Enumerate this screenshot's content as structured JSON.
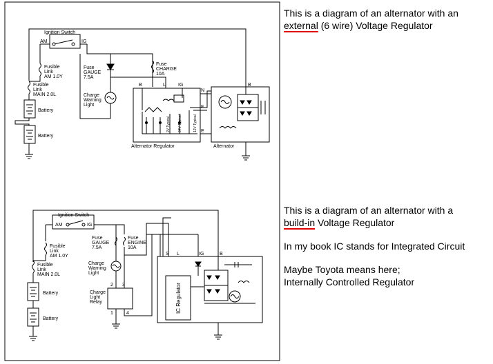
{
  "captions": {
    "top": {
      "pre": "This is a diagram of an alternator with an",
      "em": "external",
      "post": " (6 wire) Voltage Regulator"
    },
    "bottom": {
      "line1": "This is a diagram of an alternator with a",
      "em": "build-in",
      "post": " Voltage Regulator",
      "note1": "In my book IC stands for Integrated Circuit",
      "note2a": "Maybe Toyota means here;",
      "note2b": "Internally Controlled Regulator"
    }
  },
  "diagram_top": {
    "ignition_switch": "Ignition Switch",
    "am": "AM",
    "ig": "IG",
    "fusible_link_1": [
      "Fusible",
      "Link",
      "AM 1.0Y"
    ],
    "fusible_link_2": [
      "Fusible",
      "Link",
      "MAIN 2.0L"
    ],
    "battery": "Battery",
    "fuse_gauge": [
      "Fuse",
      "GAUGE",
      "7.5A"
    ],
    "charge_warning": [
      "Charge",
      "Warning",
      "Light"
    ],
    "fuse_charge": [
      "Fuse",
      "CHARGE",
      "10A"
    ],
    "terminals": {
      "b": "B",
      "l": "L",
      "ig": "IG",
      "n": "N",
      "f": "F",
      "e": "E",
      "b2": "B"
    },
    "voltages": [
      "2V Typical",
      "24V Typical",
      "12V Typical"
    ],
    "regulator_label": "Alternator Regulator",
    "alternator_label": "Alternator"
  },
  "diagram_bottom": {
    "ignition_switch": "Ignition Switch",
    "am": "AM",
    "ig": "IG",
    "fusible_link_1": [
      "Fusible",
      "Link",
      "AM 1.0Y"
    ],
    "fusible_link_2": [
      "Fusible",
      "Link",
      "MAIN 2.0L"
    ],
    "battery": "Battery",
    "fuse_gauge": [
      "Fuse",
      "GAUGE",
      "7.5A"
    ],
    "fuse_engine": [
      "Fuse",
      "ENGINE",
      "10A"
    ],
    "charge_warning": [
      "Charge",
      "Warning",
      "Light"
    ],
    "relay": [
      "Charge",
      "Light",
      "Relay"
    ],
    "relay_pins": [
      "2",
      "3",
      "1",
      "4"
    ],
    "terminals": {
      "s": "S",
      "l": "L",
      "ig": "IG",
      "b": "B"
    },
    "ic_label": "IC Regulator"
  }
}
